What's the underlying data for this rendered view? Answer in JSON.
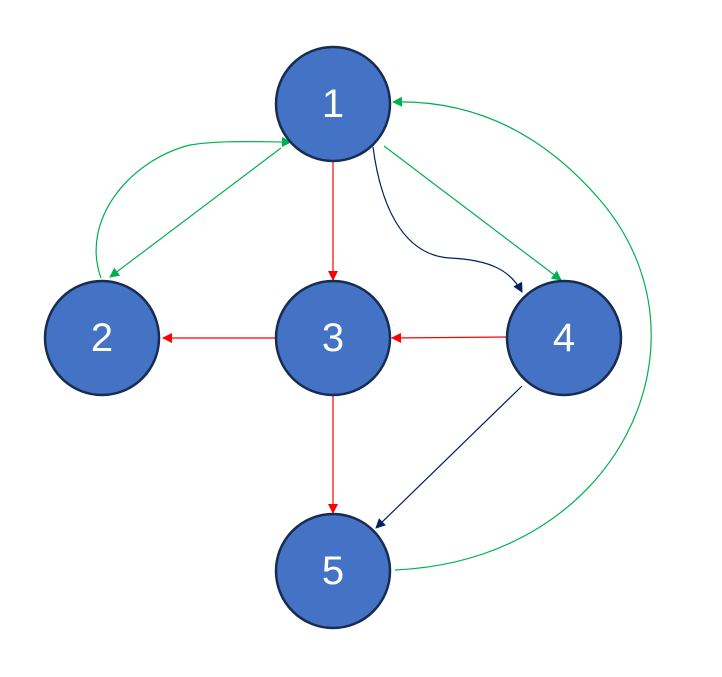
{
  "colors": {
    "node_fill": "#4472C4",
    "node_stroke": "#172C51",
    "edge_green": "#00B050",
    "edge_red": "#FF0000",
    "edge_navy": "#002060"
  },
  "nodes": [
    {
      "id": "1",
      "label": "1"
    },
    {
      "id": "2",
      "label": "2"
    },
    {
      "id": "3",
      "label": "3"
    },
    {
      "id": "4",
      "label": "4"
    },
    {
      "id": "5",
      "label": "5"
    }
  ],
  "edges": [
    {
      "from": "1",
      "to": "2",
      "color": "green"
    },
    {
      "from": "2",
      "to": "1",
      "color": "green"
    },
    {
      "from": "1",
      "to": "4",
      "color": "green"
    },
    {
      "from": "5",
      "to": "1",
      "color": "green"
    },
    {
      "from": "1",
      "to": "3",
      "color": "red"
    },
    {
      "from": "3",
      "to": "2",
      "color": "red"
    },
    {
      "from": "4",
      "to": "3",
      "color": "red"
    },
    {
      "from": "3",
      "to": "5",
      "color": "red"
    },
    {
      "from": "1",
      "to": "4",
      "color": "navy"
    },
    {
      "from": "4",
      "to": "5",
      "color": "navy"
    }
  ]
}
